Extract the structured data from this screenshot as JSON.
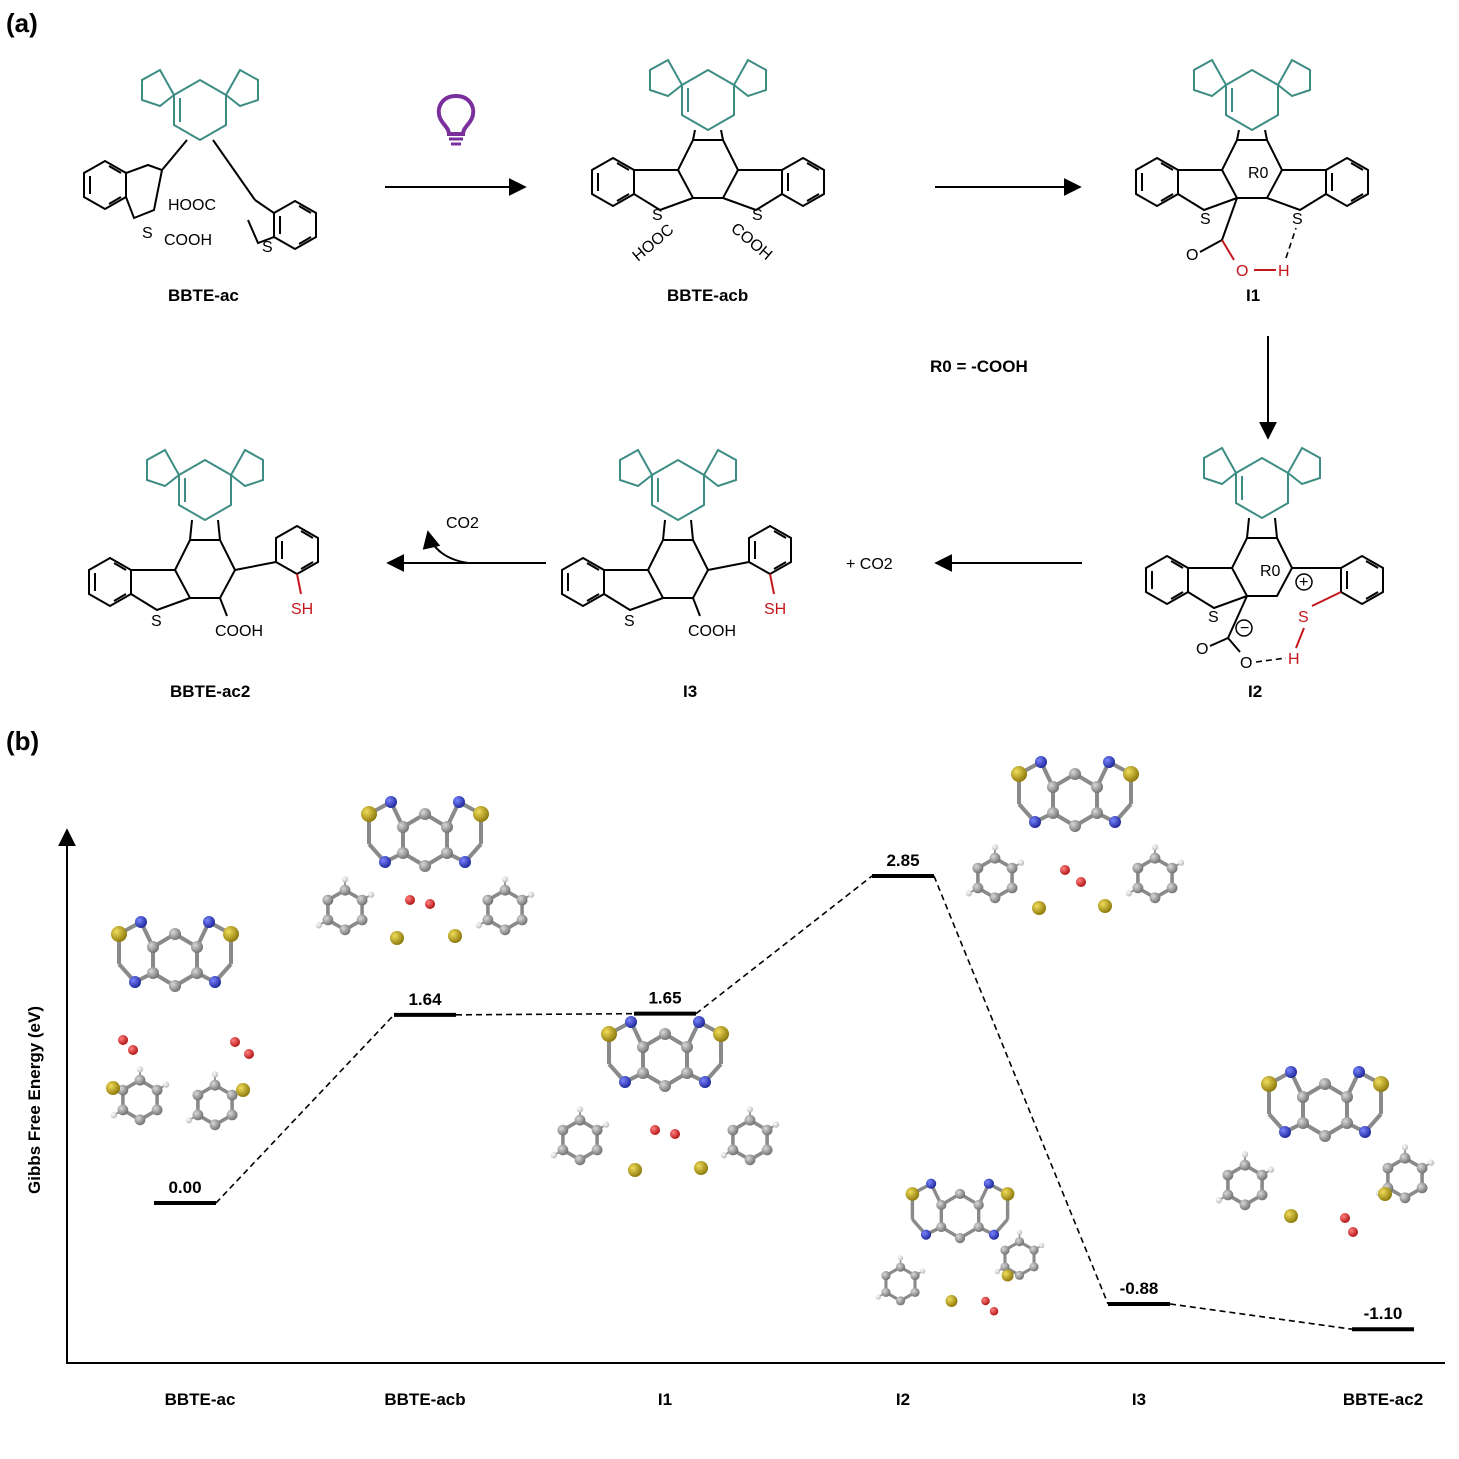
{
  "panel_a": {
    "label": "(a)",
    "r0_definition": "R0 = -COOH",
    "co2_label": "CO2",
    "plus_co2": "+ CO2",
    "compounds": [
      {
        "id": "bbte-ac",
        "name": "BBTE-ac",
        "substituent": "COOH",
        "substituent2": "HOOC"
      },
      {
        "id": "bbte-acb",
        "name": "BBTE-acb",
        "substituent": "COOH",
        "substituent2": "HOOC"
      },
      {
        "id": "i1",
        "name": "I1",
        "r_label": "R0",
        "acid": "O",
        "h": "H"
      },
      {
        "id": "i2",
        "name": "I2",
        "r_label": "R0",
        "charge_plus": "+",
        "charge_minus": "−",
        "h": "H"
      },
      {
        "id": "i3",
        "name": "I3",
        "acid": "COOH",
        "thiol": "SH"
      },
      {
        "id": "bbte-ac2",
        "name": "BBTE-ac2",
        "acid": "COOH",
        "thiol": "SH"
      }
    ]
  },
  "panel_b": {
    "label": "(b)",
    "ylabel": "Gibbs Free Energy (eV)",
    "colors": {
      "carbon": "#808080",
      "nitrogen": "#2a36c8",
      "sulfur": "#a79212",
      "oxygen": "#d41e1e",
      "hydrogen": "#e6e6e6",
      "teal": "#3d8d84",
      "red": "#c4161c",
      "bulb": "#7a2f9c"
    },
    "chart_data": {
      "type": "energy-diagram",
      "categories": [
        "BBTE-ac",
        "BBTE-acb",
        "I1",
        "I2",
        "I3",
        "BBTE-ac2"
      ],
      "values": [
        0.0,
        1.64,
        1.65,
        2.85,
        -0.88,
        -1.1
      ],
      "value_labels": [
        "0.00",
        "1.64",
        "1.65",
        "2.85",
        "-0.88",
        "-1.10"
      ],
      "ylabel": "Gibbs Free Energy (eV)",
      "connectors": "dashed"
    }
  }
}
